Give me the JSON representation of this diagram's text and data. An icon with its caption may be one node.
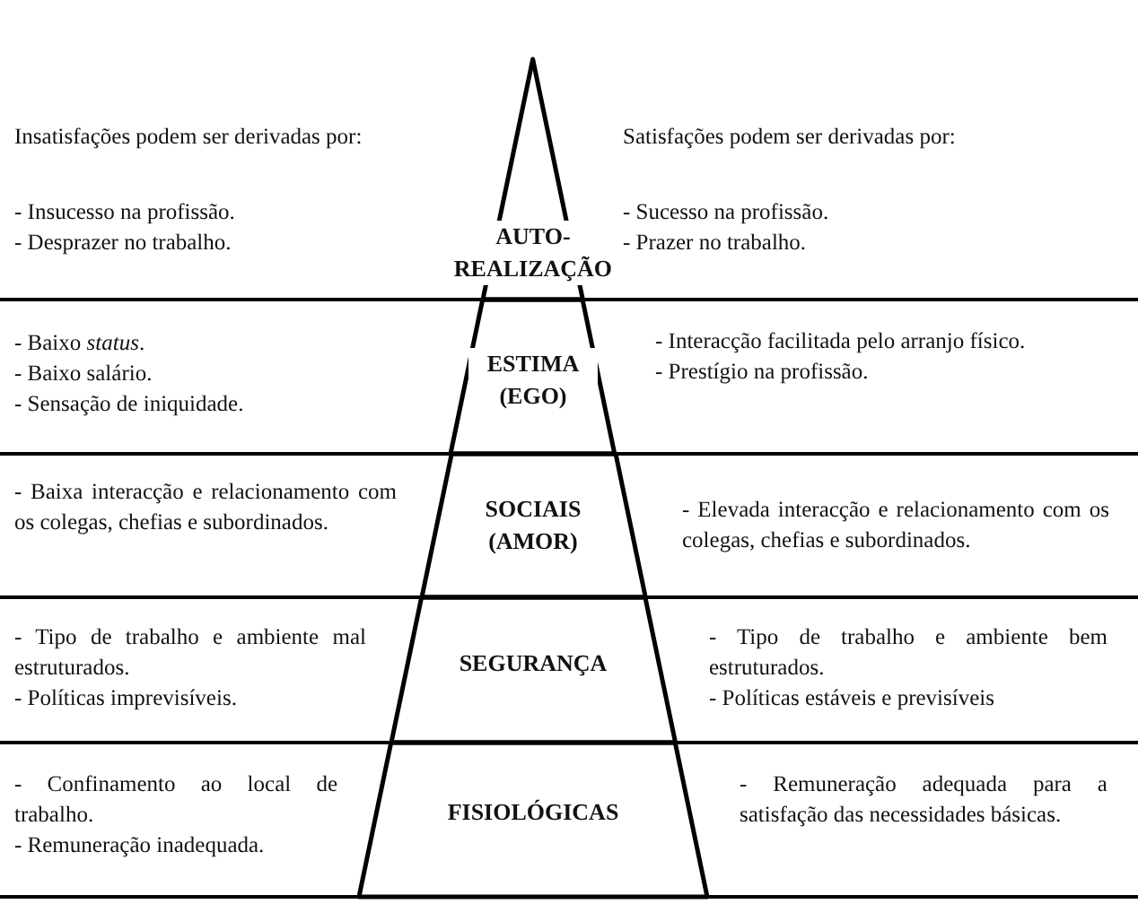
{
  "diagram": {
    "nodes": [
      {
        "text": [
          "AUTO-REALIZAÇÃO"
        ]
      },
      {
        "text": [
          "ESTIMA (EGO)"
        ]
      },
      {
        "text": [
          "SOCIAIS (AMOR)"
        ]
      },
      {
        "text": [
          "SEGURANÇA"
        ]
      },
      {
        "text": [
          "FISIOLÓGICAS"
        ]
      }
    ],
    "edges": [],
    "labels": [
      "Insatisfações podem ser derivadas por:",
      "Satisfações podem ser derivadas por:",
      "- Insucesso na profissão.",
      "- Desprazer no trabalho.",
      "- Sucesso na profissão.",
      "- Prazer no trabalho.",
      "- Baixo *status*.",
      "- Baixo salário.",
      "- Sensação de iniquidade.",
      "- Interacção facilitada pelo arranjo físico.",
      "- Prestígio na profissão.",
      "- Baixa interacção e relacionamento com os colegas, chefias e subordinados.",
      "- Elevada interacção e relacionamento com os colegas, chefias e subordinados.",
      "- Tipo de trabalho e ambiente mal estruturados.",
      "- Políticas imprevisíveis.",
      "- Tipo de trabalho e ambiente bem estruturados.",
      "- Políticas estáveis e previsíveis",
      "- Confinamento ao local de trabalho.",
      "- Remuneração inadequada.",
      "- Remuneração adequada para a satisfação das necessidades básicas."
    ]
  }
}
